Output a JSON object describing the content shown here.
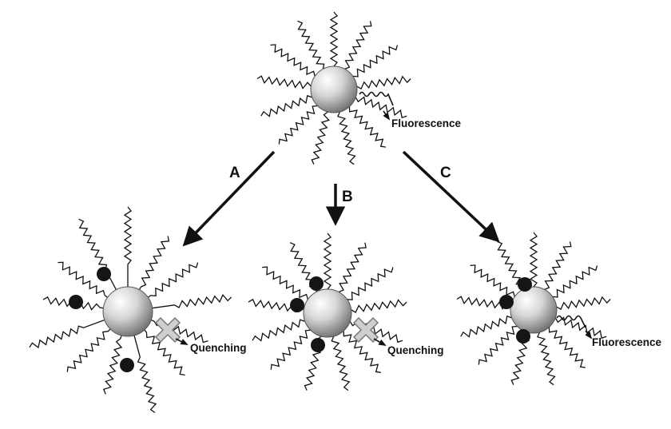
{
  "paths": [
    {
      "id": "A",
      "label": "A",
      "outcome": "Quenching"
    },
    {
      "id": "B",
      "label": "B",
      "outcome": "Quenching"
    },
    {
      "id": "C",
      "label": "C",
      "outcome": "Fluorescence"
    }
  ],
  "top": {
    "outcome": "Fluorescence"
  },
  "colors": {
    "ink": "#111111",
    "quencher": "#151515",
    "cross_fill": "#cfcfcf",
    "cross_stroke": "#777777",
    "sphere_light": "#ffffff",
    "sphere_dark": "#6e6e6e"
  }
}
